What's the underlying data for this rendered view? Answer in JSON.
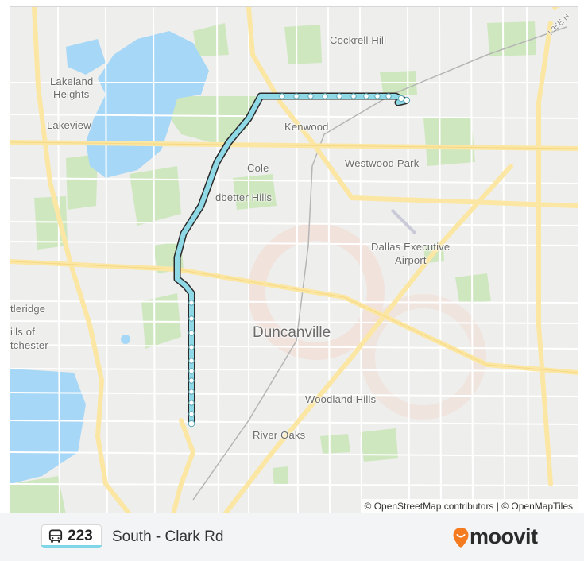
{
  "map": {
    "labels": {
      "cockrell_hill": "Cockrell Hill",
      "lakeland_heights_1": "Lakeland",
      "lakeland_heights_2": "Heights",
      "lakeview": "Lakeview",
      "kenwood": "Kenwood",
      "westwood_park": "Westwood Park",
      "cole": "Cole",
      "ledbetter_hills": "dbetter Hills",
      "dallas_exec_1": "Dallas Executive",
      "dallas_exec_2": "Airport",
      "duncanville": "Duncanville",
      "tleridge": "tleridge",
      "ills_of": "ills of",
      "tchester": "tchester",
      "woodland_hills": "Woodland Hills",
      "river_oaks": "River Oaks",
      "highway_i35e": "I 35E H"
    },
    "attribution": "© OpenStreetMap contributors | © OpenMapTiles",
    "colors": {
      "land": "#eeeeec",
      "water": "#a7d7f6",
      "park": "#cfe7bf",
      "highway": "#fbe7a3",
      "route_fill": "#8fd8e6",
      "route_outline": "#2a2a2a"
    }
  },
  "footer": {
    "route_number": "223",
    "direction": "South - Clark Rd",
    "brand": "moovit",
    "bus_icon": "bus-icon",
    "brand_icon": "moovit-pin-icon"
  }
}
